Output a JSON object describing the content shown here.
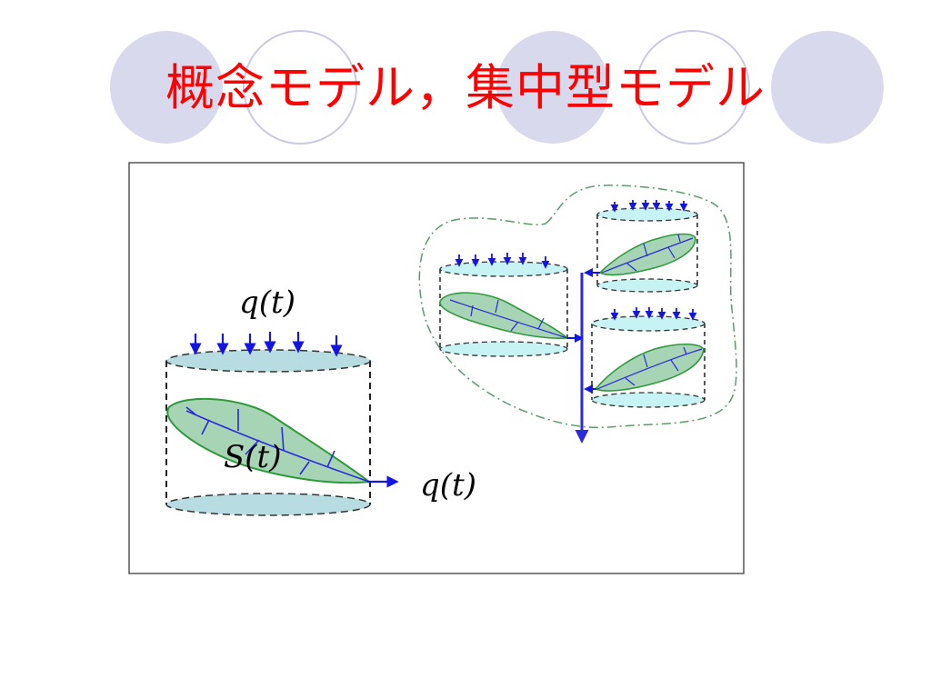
{
  "slide": {
    "title": "概念モデル，集中型モデル"
  },
  "diagram": {
    "labels": {
      "inflow": "q(t)",
      "storage": "S(t)",
      "outflow": "q(t)"
    },
    "colors": {
      "title": "#ff0000",
      "decor_fill": "#d9d9ee",
      "decor_stroke": "#c9c9e6",
      "tank_fill": "#b7dde2",
      "tank_fill_small": "#c8f3f5",
      "leaf_fill": "#a6d4b4",
      "leaf_stroke": "#2e9a3a",
      "river": "#2a2ad8",
      "arrow": "#1515e0",
      "boundary": "#5a9a6a"
    }
  }
}
